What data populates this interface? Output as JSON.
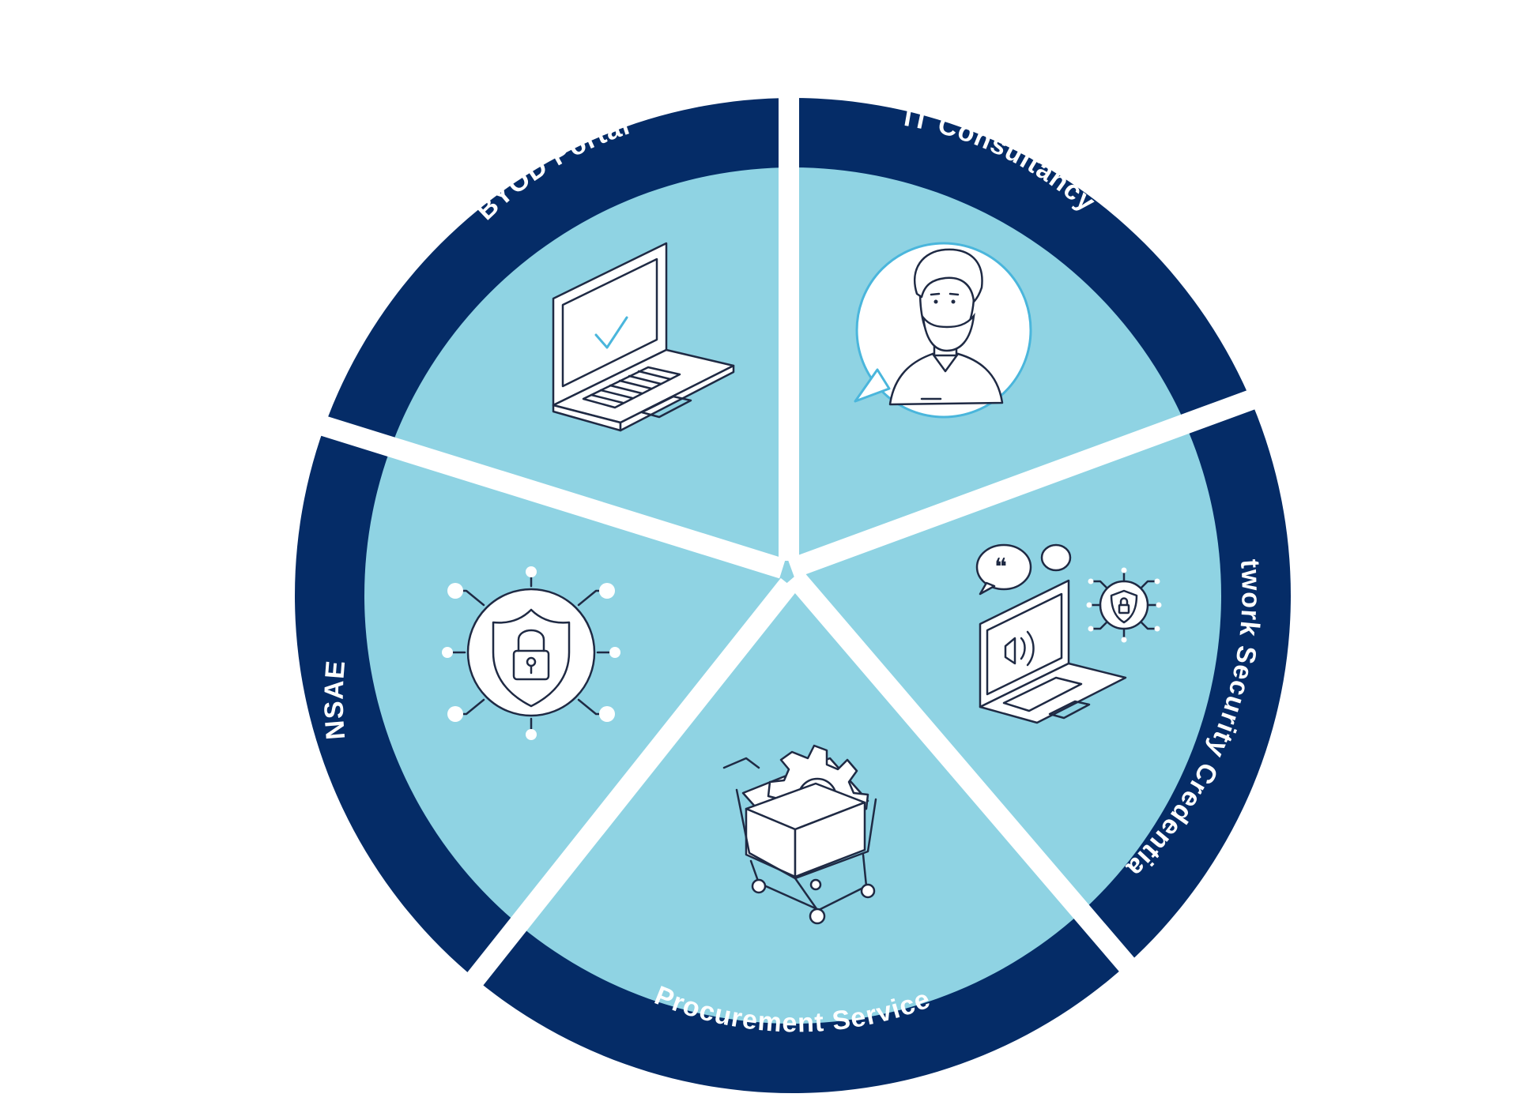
{
  "diagram": {
    "colors": {
      "ring": "#052c67",
      "inner": "#8fd3e3",
      "gap": "#ffffff",
      "label": "#ffffff",
      "icon_stroke": "#1f2a44",
      "icon_accent": "#4ab6dc"
    },
    "segments": [
      {
        "id": "byod-portal",
        "label": "BYOD Portal",
        "icon": "laptop-checkmark-icon"
      },
      {
        "id": "it-consultancy",
        "label": "IT Consultancy",
        "icon": "consultant-avatar-icon"
      },
      {
        "id": "network-security-credentials",
        "label": "Network Security Credentials",
        "icon": "laptop-shield-network-icon"
      },
      {
        "id": "procurement-service",
        "label": "Procurement Service",
        "icon": "shopping-cart-gear-icon"
      },
      {
        "id": "nsae",
        "label": "NSAE",
        "icon": "shield-lock-network-icon"
      }
    ]
  }
}
